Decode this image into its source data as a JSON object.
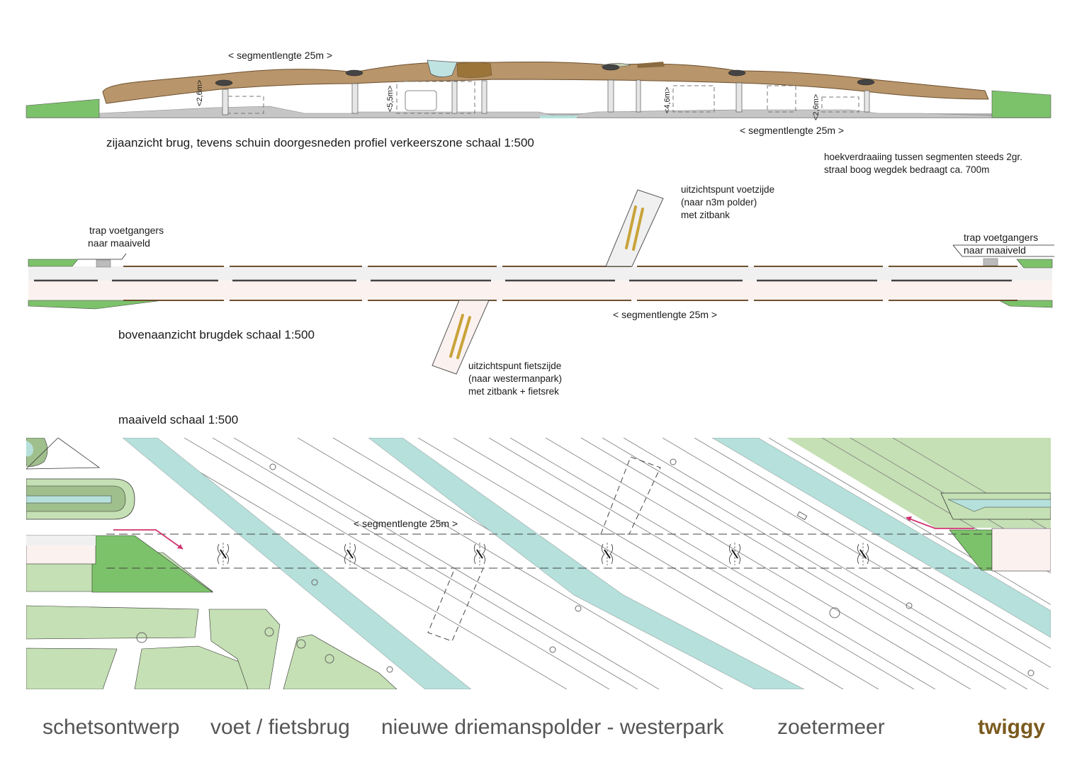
{
  "colors": {
    "deck_brown": "#b8956a",
    "deck_dark": "#8a6a40",
    "grass_green": "#7cc26a",
    "park_green": "#c5e0b4",
    "water_teal": "#b5e0db",
    "road_grey": "#c8c8c8",
    "cycle_pink": "#fbf2f0",
    "bench_gold": "#c9a33a",
    "route_magenta": "#d0336e",
    "brand_brown": "#7a5a1e",
    "footer_grey": "#555555"
  },
  "side_view": {
    "segment_label_top": "<   segmentlengte 25m   >",
    "segment_label_bottom": "<   segmentlengte 25m   >",
    "clearances": [
      "<2,6m>",
      "<5,5m>",
      "<4,6m>",
      "<2,6m>"
    ],
    "caption": "zijaanzicht brug, tevens schuin doorgesneden profiel verkeerszone schaal 1:500",
    "notes": [
      "hoekverdraaiing tussen segmenten steeds 2gr.",
      "straal boog wegdek bedraagt ca. 700m"
    ]
  },
  "top_view": {
    "stairs_left": [
      "trap voetgangers",
      "naar maaiveld"
    ],
    "stairs_right": [
      "trap voetgangers",
      "naar maaiveld"
    ],
    "viewpoint_foot": [
      "uitzichtspunt voetzijde",
      "(naar n3m polder)",
      "met zitbank"
    ],
    "viewpoint_bike": [
      "uitzichtspunt fietszijde",
      "(naar westermanpark)",
      "met zitbank + fietsrek"
    ],
    "segment_label": "<   segmentlengte 25m   >",
    "caption": "bovenaanzicht brugdek schaal 1:500"
  },
  "ground_view": {
    "caption": "maaiveld schaal 1:500",
    "segment_label": "<   segmentlengte 25m   >"
  },
  "footer": {
    "parts": [
      "schetsontwerp",
      "voet / fietsbrug",
      "nieuwe driemanspolder - westerpark",
      "zoetermeer"
    ],
    "brand": "twiggy"
  }
}
